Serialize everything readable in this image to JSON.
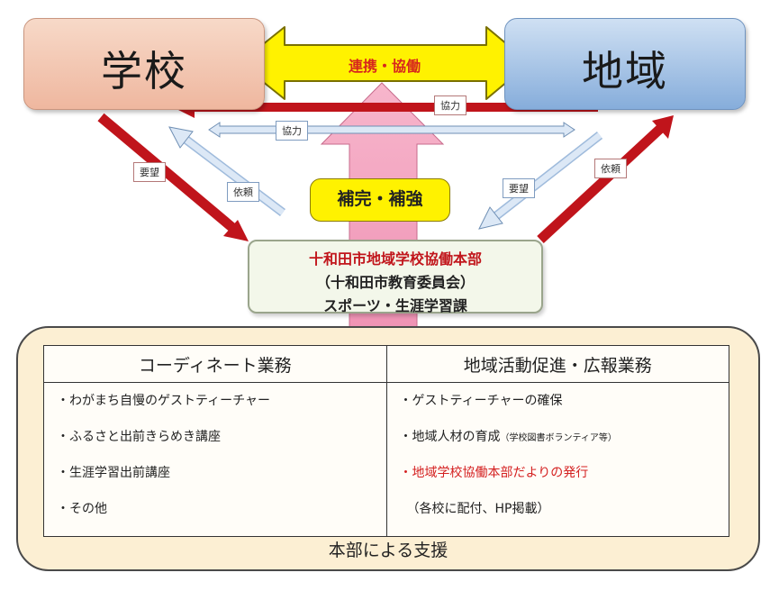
{
  "school": {
    "label": "学校"
  },
  "region": {
    "label": "地域"
  },
  "renkei": {
    "label": "連携・協働"
  },
  "hosen": {
    "label": "補完・補強"
  },
  "tags": {
    "kyoryoku_red": "協力",
    "kyoryoku_blue": "協力",
    "yobo_left": "要望",
    "irai_left": "依頼",
    "yobo_right": "要望",
    "irai_right": "依頼"
  },
  "hq": {
    "line1": "十和田市地域学校協働本部",
    "line2": "（十和田市教育委員会）",
    "line3": "スポーツ・生涯学習課"
  },
  "tasks": {
    "left_header": "コーディネート業務",
    "right_header": "地域活動促進・広報業務",
    "left_items": [
      "・わがまち自慢のゲストティーチャー",
      "・ふるさと出前きらめき講座",
      "・生涯学習出前講座",
      "・その他"
    ],
    "right_items": {
      "item1": "・ゲストティーチャーの確保",
      "item2": "・地域人材の育成",
      "item2_note": "（学校図書ボランティア等）",
      "item3": "・地域学校協働本部だよりの発行",
      "item3_note": "（各校に配付、HP掲載）"
    }
  },
  "support_label": "本部による支援",
  "colors": {
    "school_fill": "#efb79f",
    "region_fill": "#86addb",
    "arrow_yellow": "#fff200",
    "arrow_pink": "#f4a3bf",
    "arrow_red": "#c0141b",
    "arrow_blue": "#c8daf0",
    "highlight_red": "#d42020",
    "support_fill": "#fcefd3"
  }
}
